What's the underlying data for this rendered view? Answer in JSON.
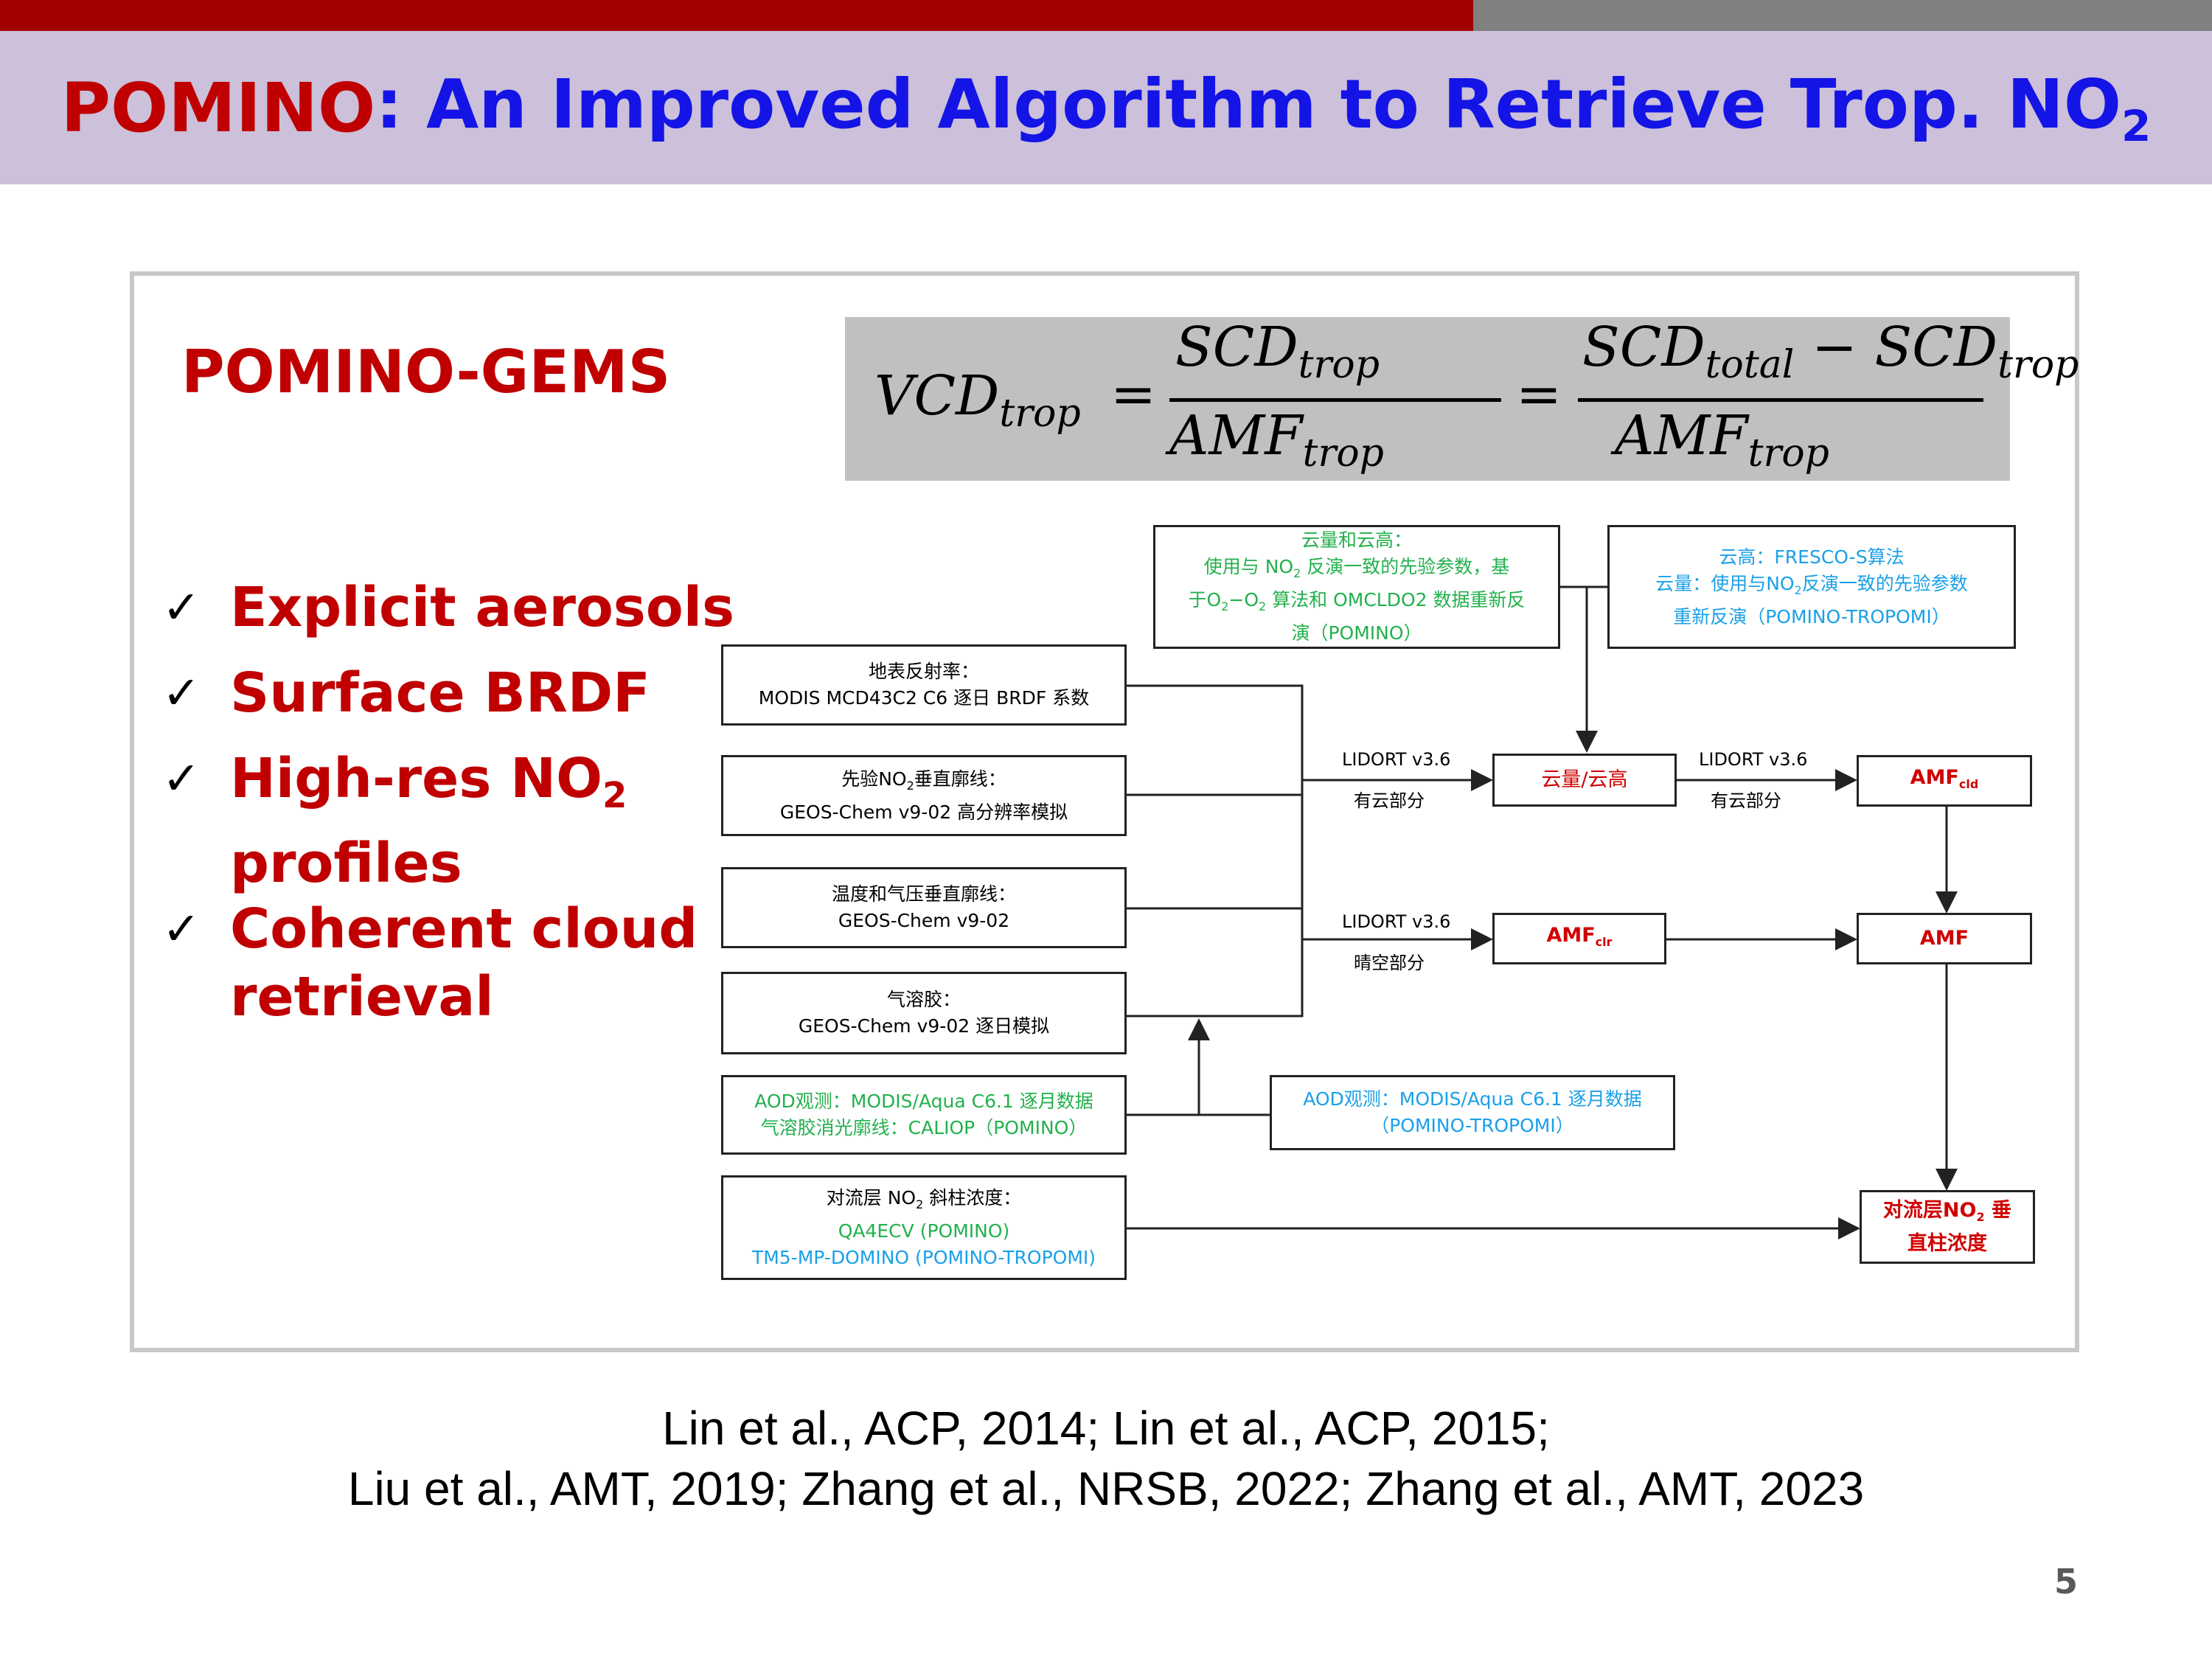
{
  "title": {
    "part1": "POMINO",
    "part2": ": An Improved Algorithm to Retrieve Trop. NO",
    "sub": "2"
  },
  "subtitle": "POMINO-GEMS",
  "features": [
    {
      "text": "Explicit aerosols"
    },
    {
      "text": "Surface BRDF"
    },
    {
      "text": "High-res NO",
      "sub": "2",
      "line2": "profiles"
    },
    {
      "text": "Coherent cloud",
      "line2": "retrieval"
    }
  ],
  "check_mark": "✓",
  "formula": {
    "lhs": "VCD",
    "lhs_sub": "trop",
    "num1": "SCD",
    "num1_sub": "trop",
    "den1": "AMF",
    "den1_sub": "trop",
    "num2a": "SCD",
    "num2a_sub": "total",
    "minus": "−",
    "num2b": "SCD",
    "num2b_sub": "trop",
    "den2": "AMF",
    "den2_sub": "trop",
    "equals": "="
  },
  "flowchart": {
    "cloud_pomino": {
      "l1": "云量和云高：",
      "l2a": "使用与 NO",
      "l2sub": "2",
      "l2b": " 反演一致的先验参数，基",
      "l3a": "于O",
      "l3sub1": "2",
      "l3b": "−O",
      "l3sub2": "2",
      "l3c": " 算法和 OMCLDO2 数据重新反",
      "l4": "演（POMINO）"
    },
    "cloud_tropomi": {
      "l1": "云高：FRESCO-S算法",
      "l2a": "云量：使用与NO",
      "l2sub": "2",
      "l2b": "反演一致的先验参数",
      "l3": "重新反演（POMINO-TROPOMI）"
    },
    "surface": {
      "l1": "地表反射率：",
      "l2": "MODIS MCD43C2 C6 逐日 BRDF 系数"
    },
    "no2_profile": {
      "l1a": "先验NO",
      "l1sub": "2",
      "l1b": "垂直廓线：",
      "l2": "GEOS-Chem v9-02 高分辨率模拟"
    },
    "temp_pressure": {
      "l1": "温度和气压垂直廓线：",
      "l2": "GEOS-Chem v9-02"
    },
    "aerosol": {
      "l1": "气溶胶：",
      "l2": "GEOS-Chem v9-02 逐日模拟"
    },
    "aod_pomino": {
      "l1": "AOD观测：MODIS/Aqua C6.1 逐月数据",
      "l2": "气溶胶消光廓线：CALIOP（POMINO）"
    },
    "aod_tropomi": {
      "l1": "AOD观测：MODIS/Aqua C6.1 逐月数据",
      "l2": "（POMINO-TROPOMI）"
    },
    "slant": {
      "l1a": "对流层 NO",
      "l1sub": "2",
      "l1b": " 斜柱浓度：",
      "l2": "QA4ECV (POMINO)",
      "l3": "TM5-MP-DOMINO (POMINO-TROPOMI)"
    },
    "cloud_node": "云量/云高",
    "amf_cld": {
      "main": "AMF",
      "sub": "cld"
    },
    "amf_clr": {
      "main": "AMF",
      "sub": "clr"
    },
    "amf": "AMF",
    "vcd_out": {
      "l1a": "对流层NO",
      "l1sub": "2",
      "l1b": " 垂",
      "l2": "直柱浓度"
    },
    "lidort1": "LIDORT v3.6",
    "cloudy1": "有云部分",
    "lidort2": "LIDORT v3.6",
    "cloudy2": "有云部分",
    "lidort3": "LIDORT v3.6",
    "clear": "晴空部分"
  },
  "citations": {
    "line1": "Lin et al., ACP, 2014; Lin et al., ACP, 2015;",
    "line2": "Liu et al., AMT, 2019; Zhang et al., NRSB, 2022; Zhang et al., AMT, 2023"
  },
  "page_number": "5",
  "colors": {
    "title_red": "#c00000",
    "title_blue": "#1414e6",
    "band": "#ccc0da",
    "green_text": "#22b14c",
    "blue_text": "#1aa0e8"
  }
}
